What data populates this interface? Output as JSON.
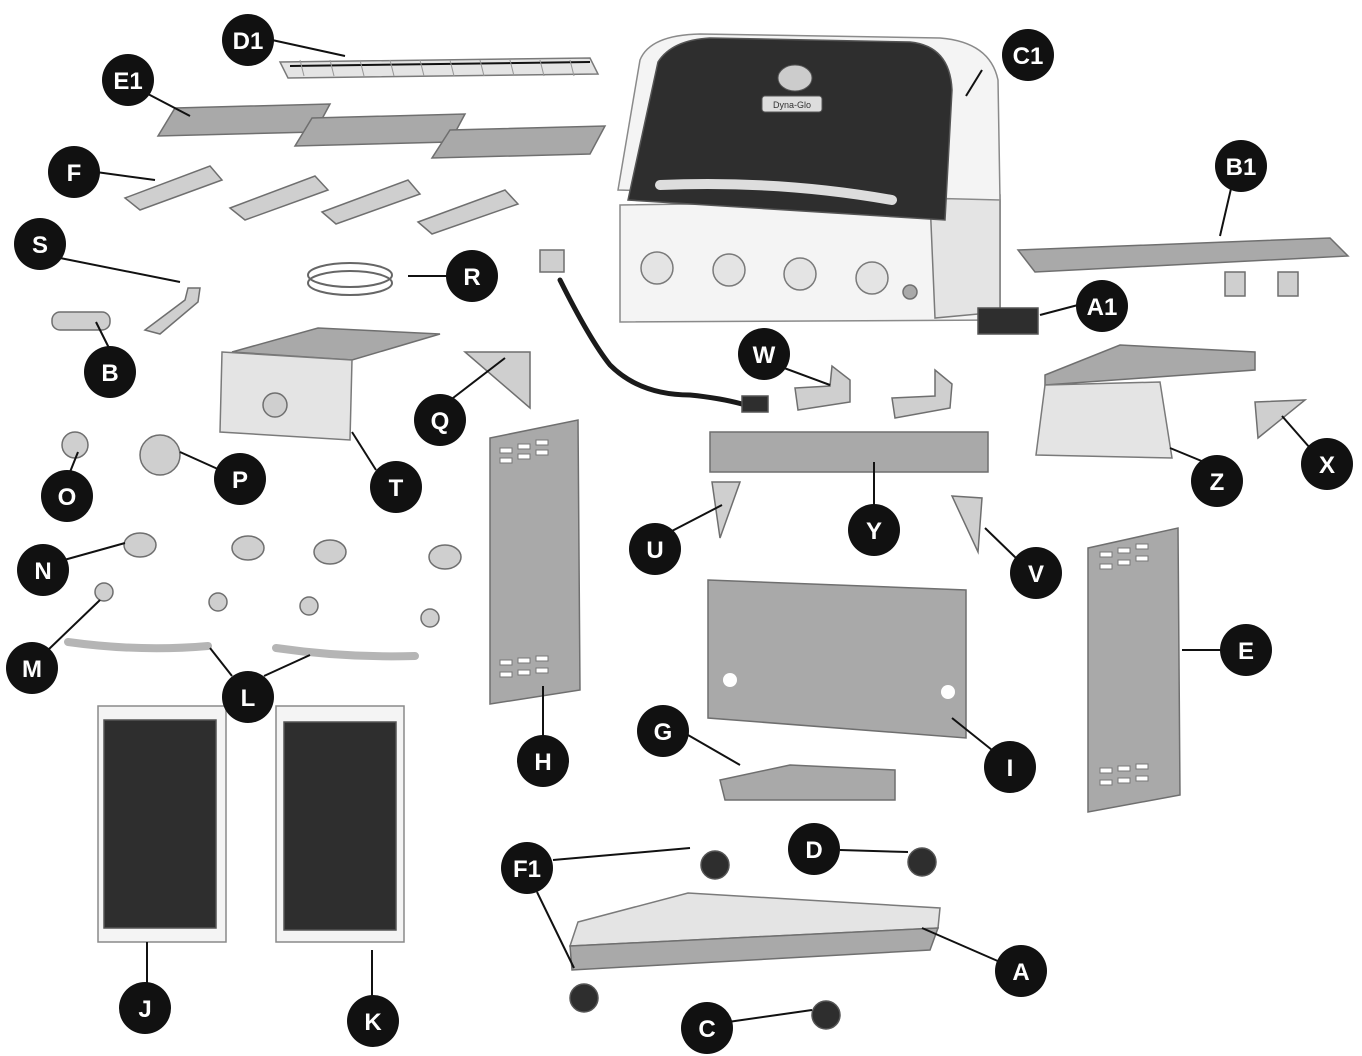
{
  "diagram": {
    "labels": [
      "D1",
      "E1",
      "C1",
      "F",
      "B1",
      "S",
      "R",
      "A1",
      "B",
      "W",
      "Q",
      "T",
      "O",
      "P",
      "Z",
      "X",
      "Y",
      "U",
      "V",
      "N",
      "M",
      "L",
      "E",
      "H",
      "G",
      "I",
      "J",
      "K",
      "F1",
      "D",
      "A",
      "C"
    ],
    "brand_badge": "Dyna-Glo"
  }
}
